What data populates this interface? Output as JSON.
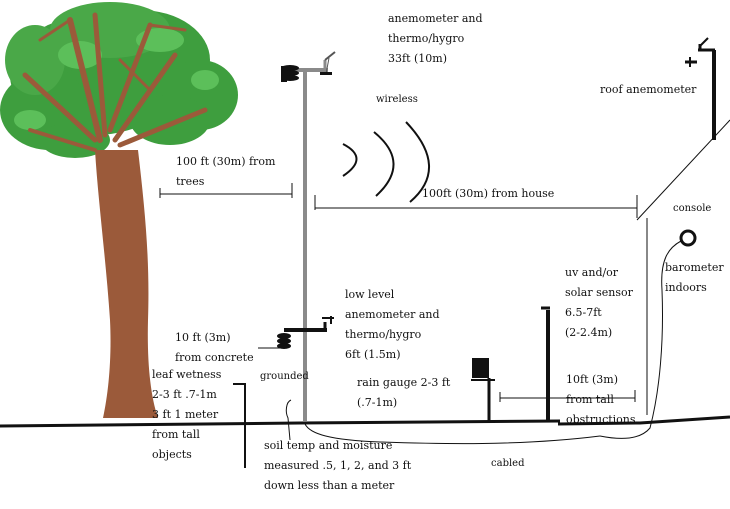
{
  "labels": {
    "mast_top": "anemometer and\nthermo/hygro\n33ft (10m)",
    "wireless": "wireless",
    "roof_anemometer": "roof anemometer",
    "trees_distance": "100 ft (30m) from\ntrees",
    "house_distance": "100ft (30m) from house",
    "console": "console",
    "barometer": "barometer\nindoors",
    "uv_solar": "uv and/or\nsolar sensor\n6.5-7ft\n(2-2.4m)",
    "low_level": "low level\nanemometer and\nthermo/hygro\n6ft (1.5m)",
    "concrete": "10 ft (3m)\nfrom concrete",
    "leaf_wetness": "leaf wetness\n2-3 ft .7-1m\n3 ft 1 meter\nfrom tall\nobjects",
    "grounded": "grounded",
    "rain_gauge": "rain gauge 2-3 ft\n(.7-1m)",
    "obstructions": "10ft (3m)\nfrom tall\nobstructions",
    "soil": "soil temp and moisture\nmeasured .5, 1, 2, and 3 ft\ndown less than a meter",
    "cabled": "cabled"
  },
  "colors": {
    "foliage": "#3e9e3e",
    "foliage_light": "#5cbf5a",
    "trunk": "#9b5a3a",
    "mast": "#8a8a8a",
    "ink": "#111111"
  }
}
